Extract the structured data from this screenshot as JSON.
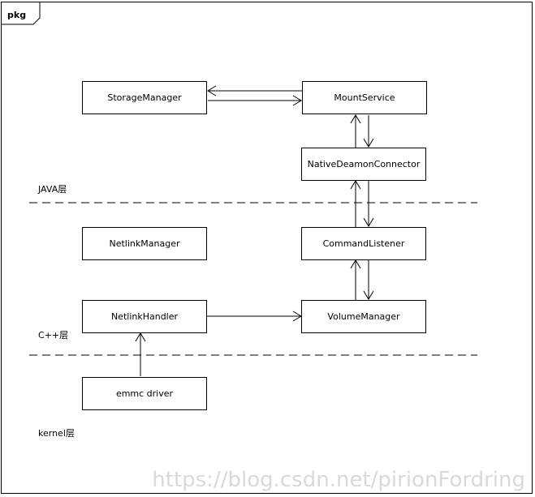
{
  "frame": {
    "tab_label": "pkg"
  },
  "components": {
    "storage_manager": "StorageManager",
    "mount_service": "MountService",
    "native_daemon_connector": "NativeDeamonConnector",
    "netlink_manager": "NetlinkManager",
    "command_listener": "CommandListener",
    "netlink_handler": "NetlinkHandler",
    "volume_manager": "VolumeManager",
    "emmc_driver": "emmc driver"
  },
  "layers": {
    "java": "JAVA层",
    "cpp": "C++层",
    "kernel": "kernel层"
  },
  "watermark": "https://blog.csdn.net/pirionFordring"
}
